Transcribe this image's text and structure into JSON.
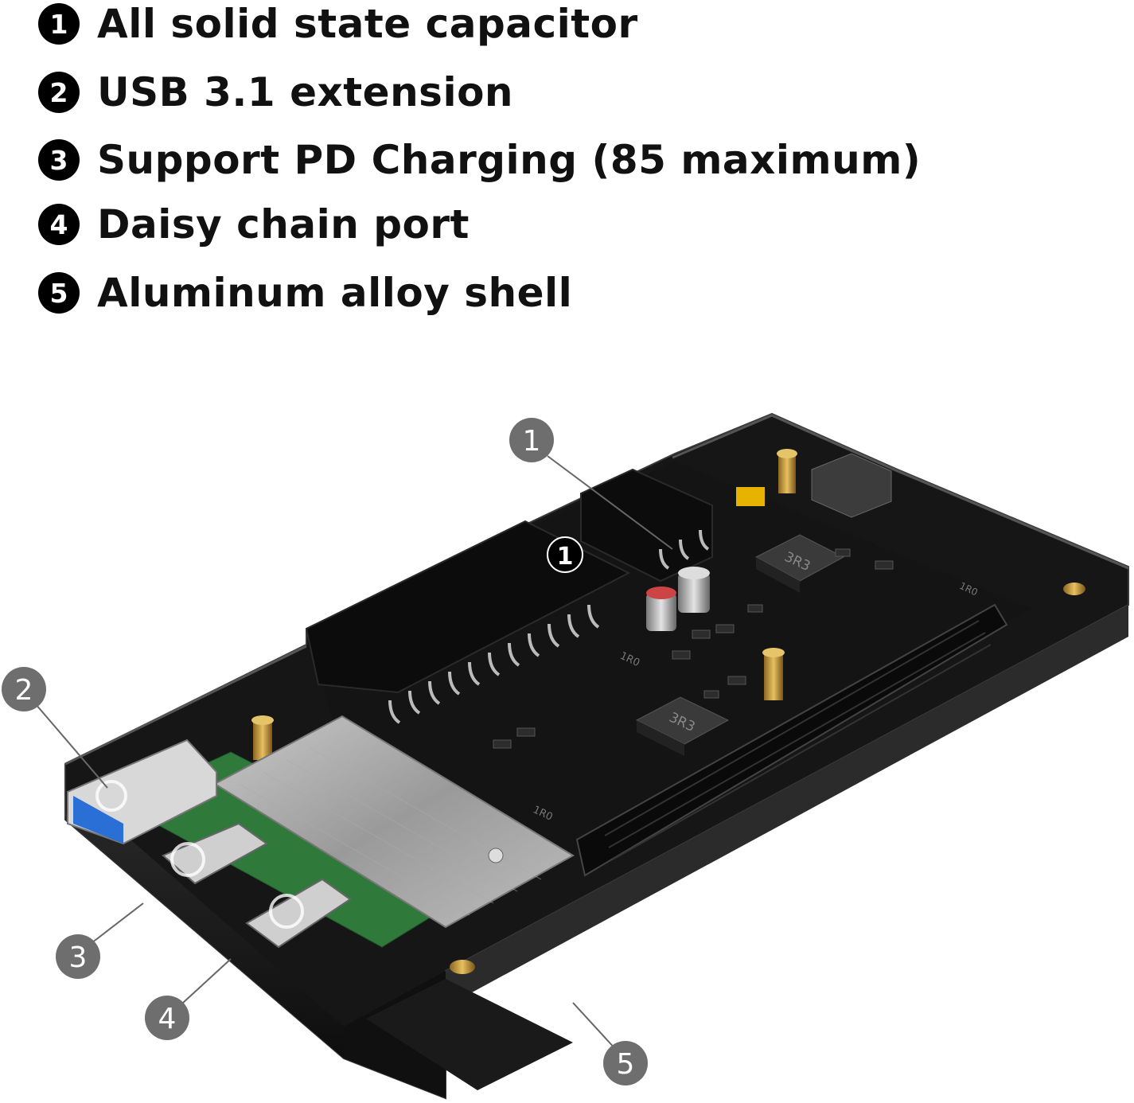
{
  "features": [
    {
      "number": "1",
      "text": "All solid state capacitor"
    },
    {
      "number": "2",
      "text": "USB 3.1 extension"
    },
    {
      "number": "3",
      "text": "Support PD Charging (85 maximum)"
    },
    {
      "number": "4",
      "text": "Daisy chain port"
    },
    {
      "number": "5",
      "text": "Aluminum alloy shell"
    }
  ],
  "callouts": {
    "c1_top": "1",
    "c1_inner": "1",
    "c2": "2",
    "c3": "3",
    "c4": "4",
    "c5": "5"
  },
  "board_markings": {
    "inductor_a": "3R3",
    "inductor_b": "3R3",
    "resistor_a": "1R0",
    "resistor_b": "1R0",
    "resistor_c": "1R0"
  },
  "colors": {
    "shell": "#1b1b1b",
    "board": "#141414",
    "pcb_green": "#2f7a3a",
    "usb_blue": "#2a6fd6",
    "callout_gray": "#6e6e6e",
    "brass": "#c9a040"
  }
}
